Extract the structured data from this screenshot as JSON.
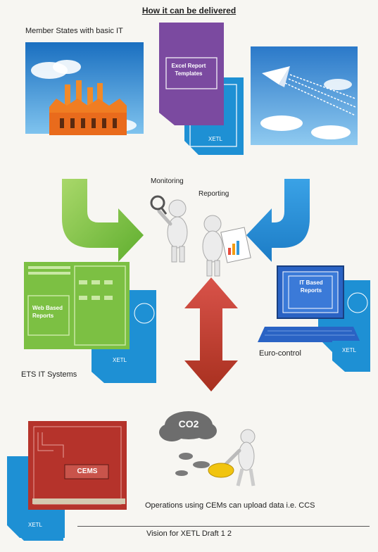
{
  "title": "How it can be delivered",
  "labels": {
    "member_states": "Member States with basic IT",
    "monitoring": "Monitoring",
    "reporting": "Reporting",
    "ets_it_systems": "ETS IT Systems",
    "euro_control": "Euro-control",
    "operations": "Operations using CEMs can upload data i.e. CCS"
  },
  "boxes": {
    "excel_templates": "Excel Report Templates",
    "web_reports": "Web Based Reports",
    "it_reports": "IT Based Reports",
    "cems": "CEMS",
    "co2": "CO2"
  },
  "xetl": "XETL",
  "footer": "Vision for XETL Draft 1 2",
  "colors": {
    "blue_doc": "#1e90d4",
    "purple_doc": "#7b4aa0",
    "green": "#7cc043",
    "red_arrow": "#c0392b",
    "cems_red": "#b5332b",
    "monitor_blue": "#2a63c4"
  }
}
